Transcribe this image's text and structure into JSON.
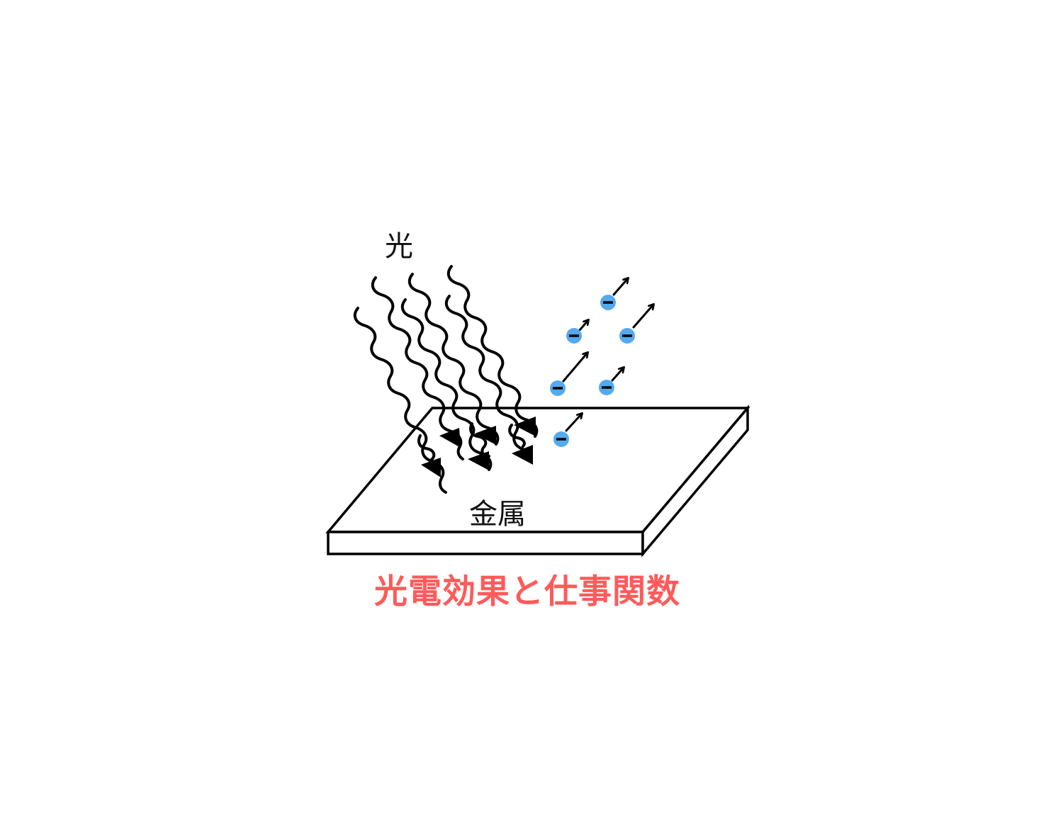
{
  "diagram": {
    "title": "光電効果と仕事関数",
    "labels": {
      "light": "光",
      "metal": "金属"
    },
    "colors": {
      "title": "#ff5a5a",
      "electron_fill": "#55aaee",
      "stroke": "#000000",
      "background": "#ffffff"
    },
    "components": {
      "light_waves": {
        "count": 8,
        "description": "wavy photon rays ending in filled triangular arrowheads on the metal surface"
      },
      "electrons": {
        "count": 6,
        "symbol": "−",
        "description": "blue circles with minus sign, each with an arrow pointing up-right (emitted photoelectrons)"
      },
      "metal_slab": {
        "description": "3D rectangular plate in oblique projection"
      }
    }
  }
}
